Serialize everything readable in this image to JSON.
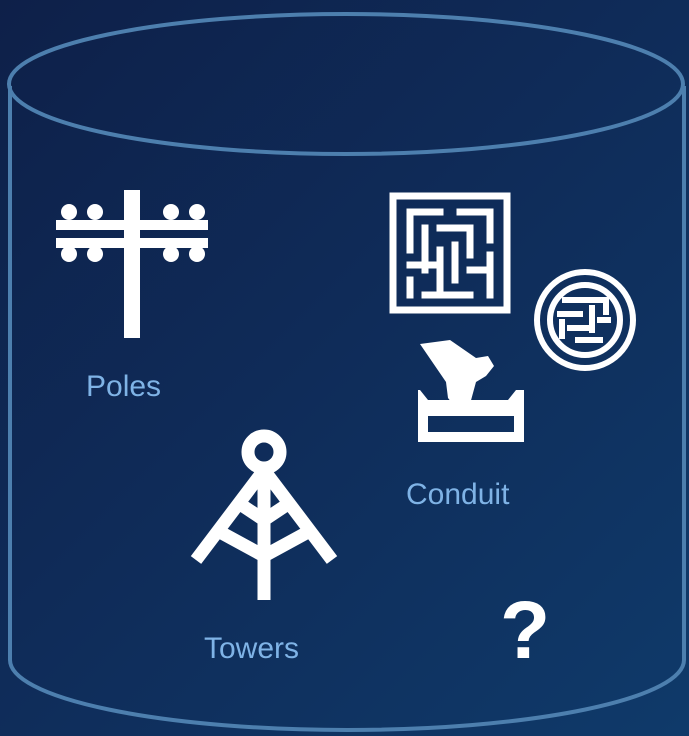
{
  "container": {
    "shape": "cylinder-icon",
    "stroke_color": "#4d7fae"
  },
  "items": [
    {
      "name": "Poles",
      "icon": "utility-pole-icon"
    },
    {
      "name": "Conduit",
      "icon": "conduit-icon"
    },
    {
      "name": "Towers",
      "icon": "tower-icon"
    }
  ],
  "unknown": {
    "label": "?"
  },
  "colors": {
    "label": "#7fb3e6",
    "icon": "#ffffff",
    "background_start": "#0e2049",
    "background_end": "#0f3a6a"
  }
}
